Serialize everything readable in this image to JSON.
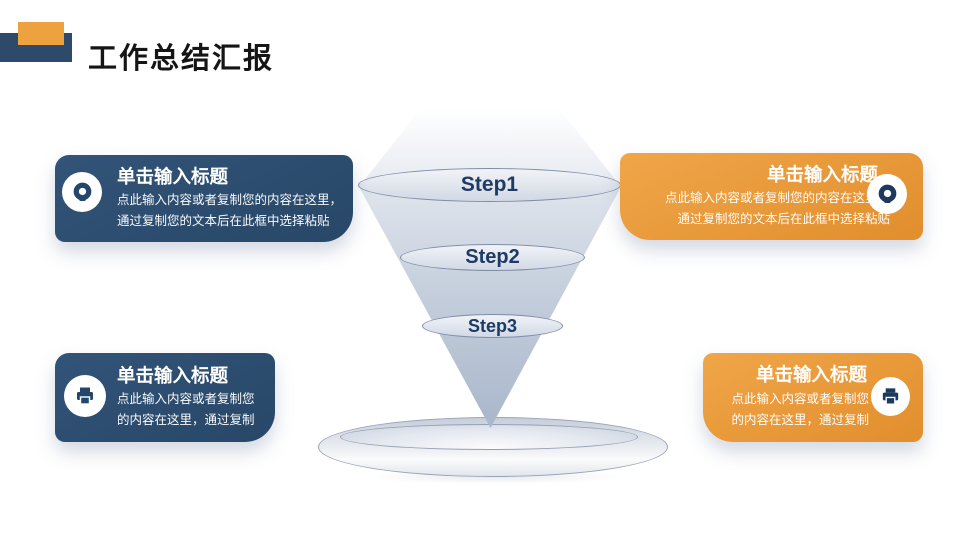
{
  "slide": {
    "title": "工作总结汇报",
    "colors": {
      "navy": "#2d4d70",
      "orange": "#eda13f",
      "step_text": "#1e3a66"
    }
  },
  "funnel": {
    "steps": [
      {
        "label": "Step1"
      },
      {
        "label": "Step2"
      },
      {
        "label": "Step3"
      }
    ]
  },
  "boxes": {
    "top_left": {
      "title": "单击输入标题",
      "line1": "点此输入内容或者复制您的内容在这里，",
      "line2": "通过复制您的文本后在此框中选择粘贴",
      "icon": "disc-icon"
    },
    "top_right": {
      "title": "单击输入标题",
      "line1": "点此输入内容或者复制您的内容在这里，",
      "line2": "通过复制您的文本后在此框中选择粘贴",
      "icon": "disc-icon"
    },
    "bottom_left": {
      "title": "单击输入标题",
      "line1": "点此输入内容或者复制您",
      "line2": "的内容在这里，通过复制",
      "icon": "printer-icon"
    },
    "bottom_right": {
      "title": "单击输入标题",
      "line1": "点此输入内容或者复制您",
      "line2": "的内容在这里，通过复制",
      "icon": "printer-icon"
    }
  }
}
